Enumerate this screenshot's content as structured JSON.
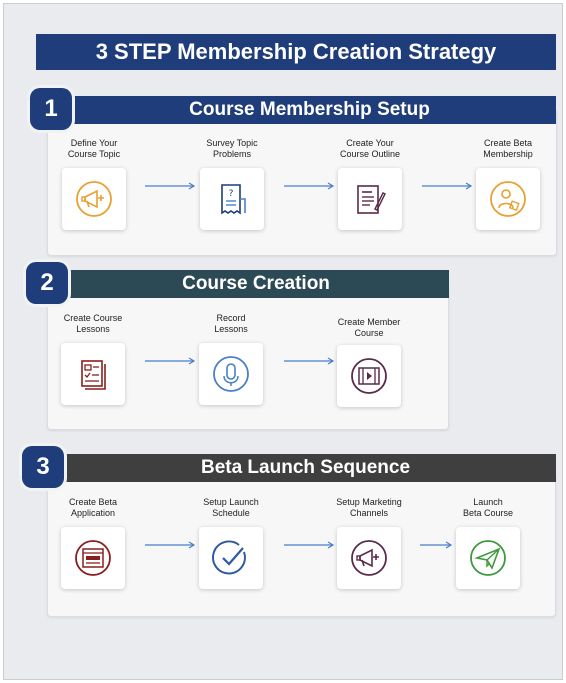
{
  "title": "3 STEP Membership Creation Strategy",
  "colors": {
    "title_banner": "#1f3d7a",
    "section1": "#1f3d7a",
    "section2": "#2c4a56",
    "section3": "#3f3f3f",
    "arrow": "#4a7fc8"
  },
  "sections": [
    {
      "number": "1",
      "title": "Course Membership Setup",
      "steps": [
        {
          "line1": "Define Your",
          "line2": "Course Topic",
          "icon": "megaphone-icon"
        },
        {
          "line1": "Survey Topic",
          "line2": "Problems",
          "icon": "survey-receipt-icon"
        },
        {
          "line1": "Create Your",
          "line2": "Course Outline",
          "icon": "document-pen-icon"
        },
        {
          "line1": "Create Beta",
          "line2": "Membership",
          "icon": "user-badge-icon"
        }
      ]
    },
    {
      "number": "2",
      "title": "Course Creation",
      "steps": [
        {
          "line1": "Create Course",
          "line2": "Lessons",
          "icon": "lessons-doc-icon"
        },
        {
          "line1": "Record",
          "line2": "Lessons",
          "icon": "microphone-icon"
        },
        {
          "line1": "Create Member",
          "line2": "Course",
          "icon": "film-icon"
        }
      ]
    },
    {
      "number": "3",
      "title": "Beta Launch Sequence",
      "steps": [
        {
          "line1": "Create Beta",
          "line2": "Application",
          "icon": "application-form-icon"
        },
        {
          "line1": "Setup Launch",
          "line2": "Schedule",
          "icon": "checkmark-icon"
        },
        {
          "line1": "Setup Marketing",
          "line2": "Channels",
          "icon": "marketing-megaphone-icon"
        },
        {
          "line1": "Launch",
          "line2": "Beta Course",
          "icon": "paper-plane-icon"
        }
      ]
    }
  ]
}
